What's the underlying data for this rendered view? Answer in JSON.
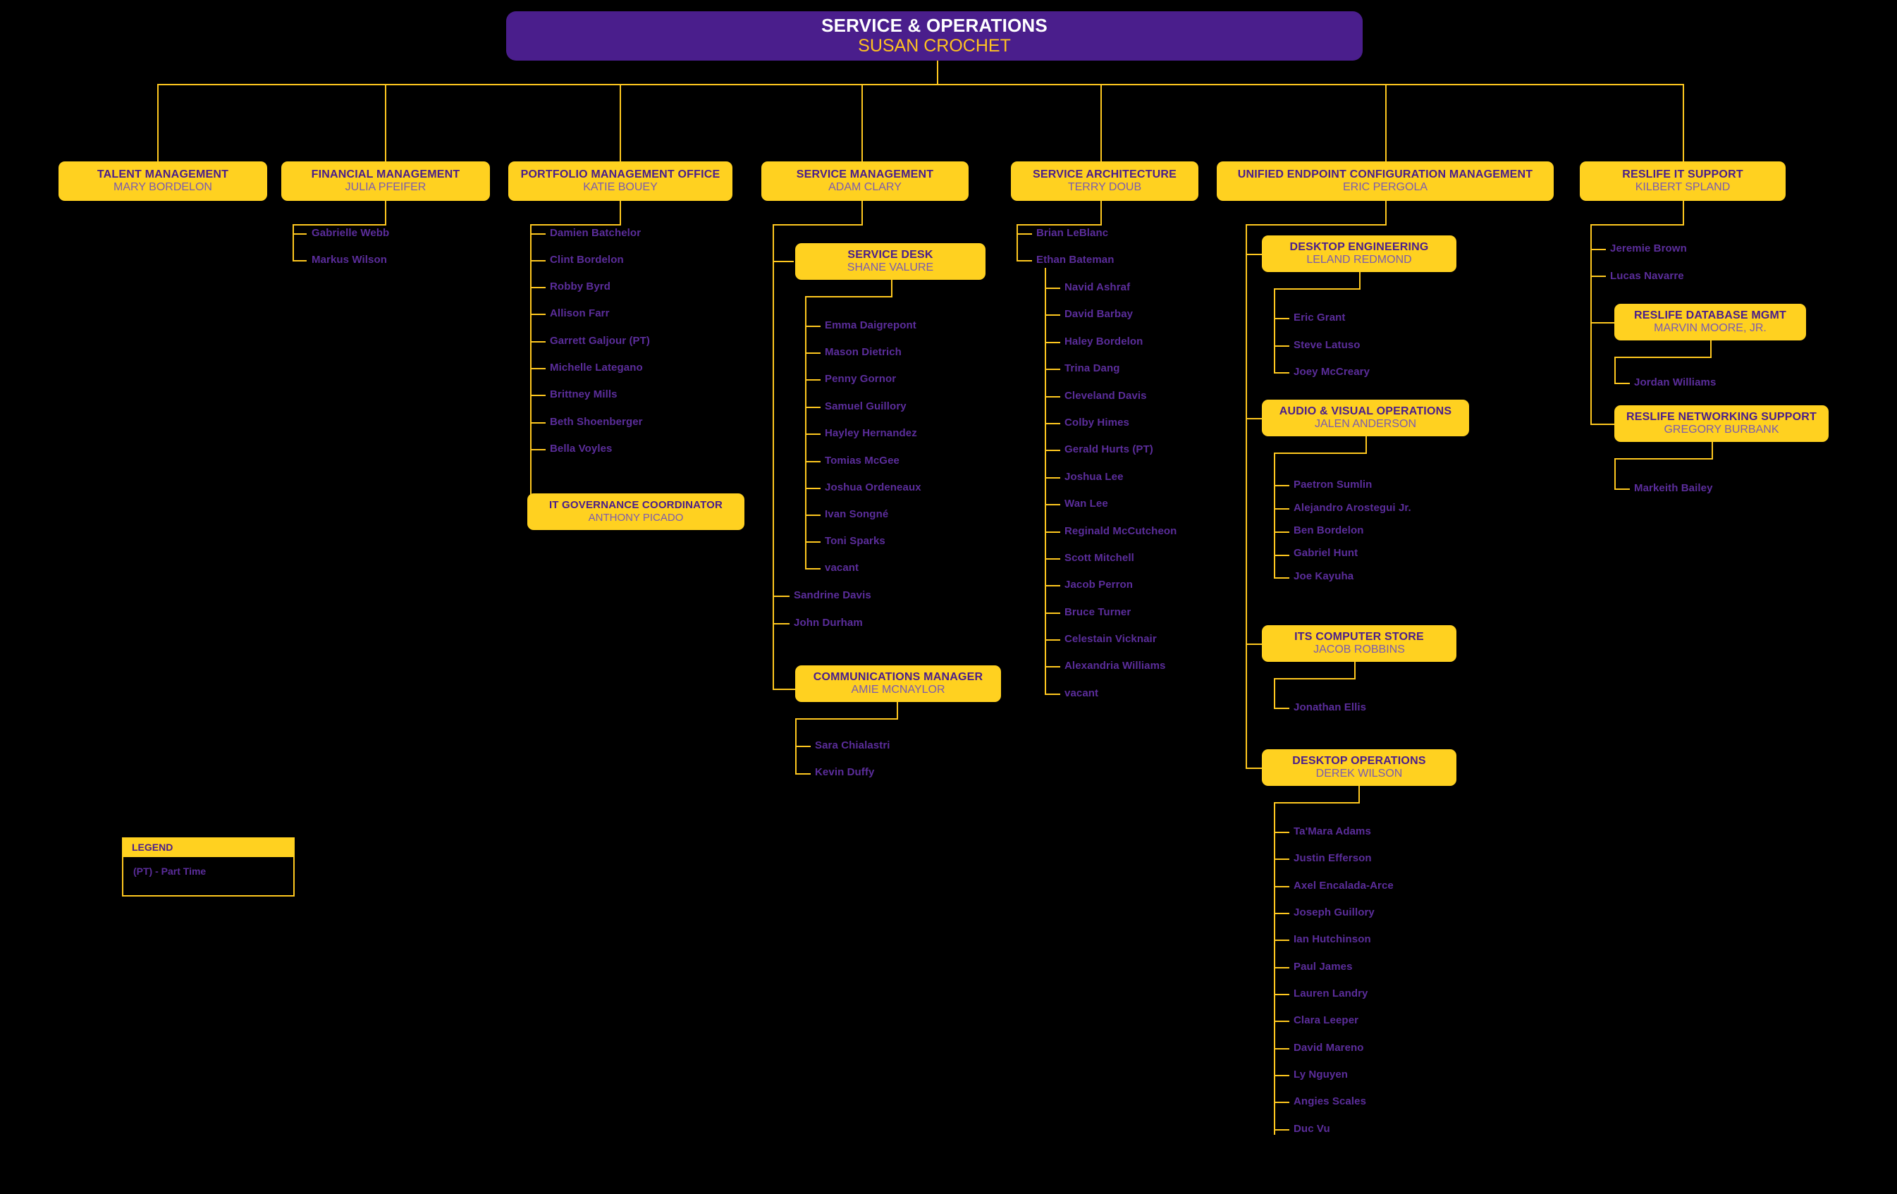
{
  "root": {
    "title": "SERVICE & OPERATIONS",
    "name": "SUSAN CROCHET"
  },
  "colors": {
    "background": "#000000",
    "box_yellow": "#FFD120",
    "box_purple": "#4A1E8C",
    "title_purple": "#4A1D8C",
    "name_purple": "#7B5BB0",
    "leaf_purple": "#5B2D9B",
    "line_yellow": "#FFC81F",
    "root_title_white": "#FFFFFF",
    "root_name_gold": "#FFC220"
  },
  "units": {
    "talent_management": {
      "title": "TALENT MANAGEMENT",
      "name": "MARY BORDELON"
    },
    "financial_management": {
      "title": "FINANCIAL MANAGEMENT",
      "name": "JULIA PFEIFER"
    },
    "portfolio_management_office": {
      "title": "PORTFOLIO MANAGEMENT OFFICE",
      "name": "KATIE BOUEY"
    },
    "service_management": {
      "title": "SERVICE MANAGEMENT",
      "name": "ADAM CLARY"
    },
    "service_architecture": {
      "title": "SERVICE ARCHITECTURE",
      "name": "TERRY DOUB"
    },
    "unified_endpoint": {
      "title": "UNIFIED ENDPOINT CONFIGURATION MANAGEMENT",
      "name": "ERIC PERGOLA"
    },
    "reslife_it_support": {
      "title": "RESLIFE IT SUPPORT",
      "name": "KILBERT SPLAND"
    },
    "service_desk": {
      "title": "SERVICE DESK",
      "name": "SHANE VALURE"
    },
    "it_governance_coordinator": {
      "title": "IT GOVERNANCE COORDINATOR",
      "name": "ANTHONY PICADO"
    },
    "communications_manager": {
      "title": "COMMUNICATIONS MANAGER",
      "name": "AMIE MCNAYLOR"
    },
    "desktop_engineering": {
      "title": "DESKTOP ENGINEERING",
      "name": "LELAND REDMOND"
    },
    "audio_visual_operations": {
      "title": "AUDIO & VISUAL OPERATIONS",
      "name": "JALEN ANDERSON"
    },
    "its_computer_store": {
      "title": "ITS COMPUTER STORE",
      "name": "JACOB ROBBINS"
    },
    "desktop_operations": {
      "title": "DESKTOP OPERATIONS",
      "name": "DEREK WILSON"
    },
    "reslife_database_mgmt": {
      "title": "RESLIFE DATABASE MGMT",
      "name": "MARVIN MOORE, JR."
    },
    "reslife_networking_support": {
      "title": "RESLIFE NETWORKING SUPPORT",
      "name": "GREGORY BURBANK"
    }
  },
  "staff": {
    "financial_management": [
      "Gabrielle Webb",
      "Markus Wilson"
    ],
    "portfolio_management_office": [
      "Damien Batchelor",
      "Clint Bordelon",
      "Robby Byrd",
      "Allison Farr",
      "Garrett Galjour (PT)",
      "Michelle Lategano",
      "Brittney Mills",
      "Beth Shoenberger",
      "Bella Voyles"
    ],
    "service_desk": [
      "Emma Daigrepont",
      "Mason Dietrich",
      "Penny Gornor",
      "Samuel Guillory",
      "Hayley Hernandez",
      "Tomias McGee",
      "Joshua Ordeneaux",
      "Ivan Songné",
      "Toni Sparks",
      "vacant"
    ],
    "service_management": [
      "Sandrine Davis",
      "John Durham"
    ],
    "communications_manager": [
      "Sara Chialastri",
      "Kevin Duffy"
    ],
    "service_architecture": [
      "Brian LeBlanc",
      "Ethan Bateman"
    ],
    "ethan_bateman": [
      "Navid Ashraf",
      "David Barbay",
      "Haley Bordelon",
      "Trina Dang",
      "Cleveland Davis",
      "Colby Himes",
      "Gerald Hurts (PT)",
      "Joshua Lee",
      "Wan Lee",
      "Reginald McCutcheon",
      "Scott Mitchell",
      "Jacob Perron",
      "Bruce Turner",
      "Celestain Vicknair",
      "Alexandria Williams",
      "vacant"
    ],
    "desktop_engineering": [
      "Eric Grant",
      "Steve Latuso",
      "Joey McCreary"
    ],
    "audio_visual_operations": [
      "Paetron Sumlin",
      "Alejandro Arostegui Jr.",
      "Ben Bordelon",
      "Gabriel Hunt",
      "Joe Kayuha"
    ],
    "its_computer_store": [
      "Jonathan Ellis"
    ],
    "desktop_operations": [
      "Ta'Mara Adams",
      "Justin Efferson",
      "Axel Encalada-Arce",
      "Joseph Guillory",
      "Ian Hutchinson",
      "Paul James",
      "Lauren Landry",
      "Clara Leeper",
      "David Mareno",
      "Ly Nguyen",
      "Angies Scales",
      "Duc Vu"
    ],
    "reslife_it_support": [
      "Jeremie Brown",
      "Lucas Navarre"
    ],
    "reslife_database_mgmt": [
      "Jordan Williams"
    ],
    "reslife_networking_support": [
      "Markeith Bailey"
    ]
  },
  "legend": {
    "heading": "LEGEND",
    "items": [
      "(PT) - Part Time"
    ]
  }
}
